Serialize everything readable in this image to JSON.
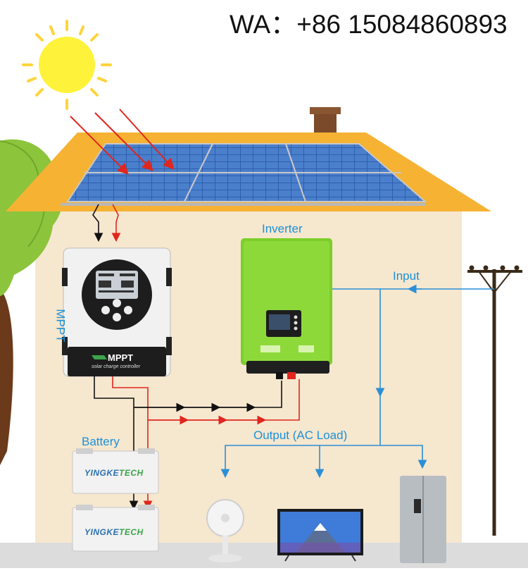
{
  "contact": "WA：+86 15084860893",
  "labels": {
    "inverter": "Inverter",
    "input": "Input",
    "mppt": "MPPT",
    "battery": "Battery",
    "output": "Output (AC Load)"
  },
  "mppt_device": {
    "brand": "MPPT",
    "subtitle": "solar charge controller"
  },
  "battery_brand": {
    "part1": "YINGKE",
    "part2": "TECH"
  },
  "colors": {
    "wire_blue": "#2a8fd6",
    "wire_red": "#e0261e",
    "wire_black": "#111111",
    "inverter_green": "#7ccf2a",
    "roof_orange": "#f6b233",
    "wall": "#f6e7cf",
    "tree_green": "#8cc43c",
    "sun": "#fff23a"
  },
  "icons": [
    "sun-icon",
    "solar-panel-icon",
    "tree-icon",
    "power-pole-icon",
    "fan-icon",
    "tv-icon",
    "refrigerator-icon",
    "battery-icon",
    "inverter-icon",
    "mppt-controller-icon"
  ]
}
